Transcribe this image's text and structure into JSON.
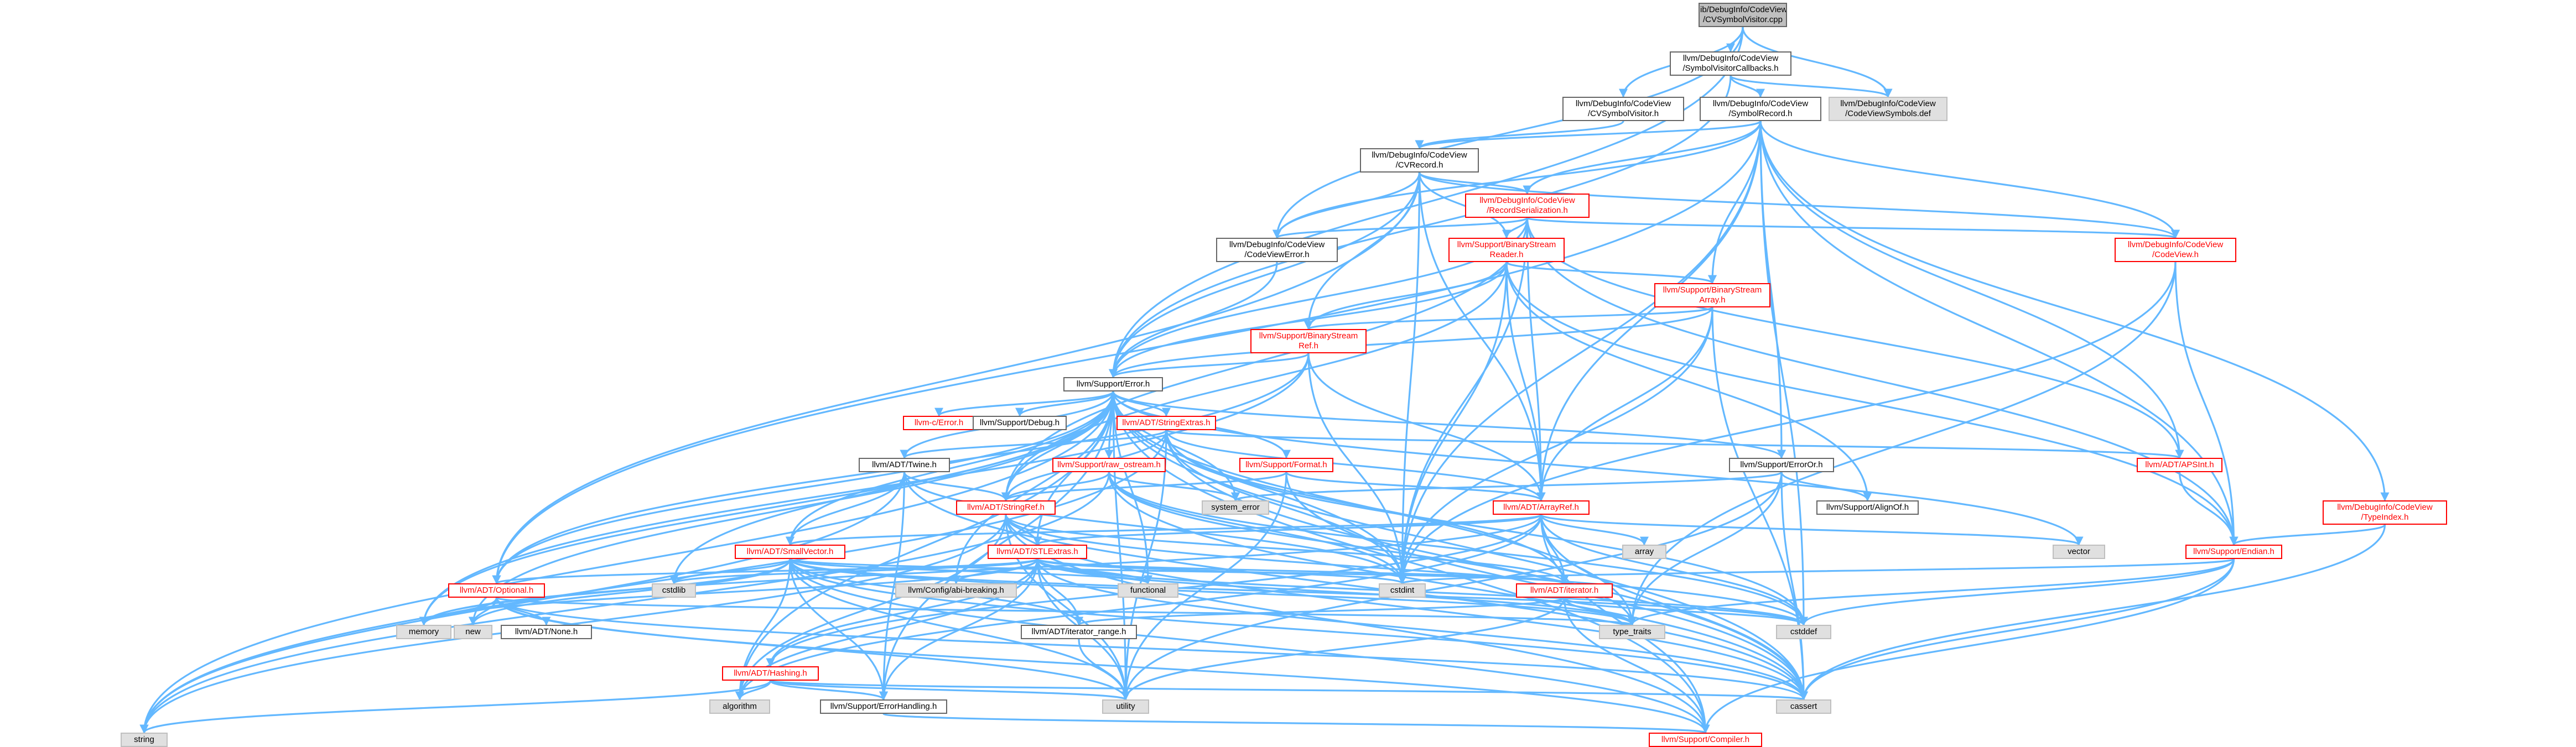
{
  "graph": {
    "title_root": "lib/DebugInfo/CodeView/CVSymbolVisitor.cpp",
    "colors": {
      "edge": "#63b8ff",
      "node_border": "#666666",
      "red_node": "#ff0000",
      "system_fill": "#e0e0e0",
      "root_fill": "#bfbfbf"
    },
    "nodes": {
      "root": {
        "line1": "lib/DebugInfo/CodeView",
        "line2": "/CVSymbolVisitor.cpp"
      },
      "svcb": {
        "line1": "llvm/DebugInfo/CodeView",
        "line2": "/SymbolVisitorCallbacks.h"
      },
      "cvsymvis": {
        "line1": "llvm/DebugInfo/CodeView",
        "line2": "/CVSymbolVisitor.h"
      },
      "symrec": {
        "line1": "llvm/DebugInfo/CodeView",
        "line2": "/SymbolRecord.h"
      },
      "cvsymdef": {
        "line1": "llvm/DebugInfo/CodeView",
        "line2": "/CodeViewSymbols.def"
      },
      "cvrecord": {
        "line1": "llvm/DebugInfo/CodeView",
        "line2": "/CVRecord.h"
      },
      "recser": {
        "line1": "llvm/DebugInfo/CodeView",
        "line2": "/RecordSerialization.h"
      },
      "cverror": {
        "line1": "llvm/DebugInfo/CodeView",
        "line2": "/CodeViewError.h"
      },
      "bsreader": {
        "line1": "llvm/Support/BinaryStream",
        "line2": "Reader.h"
      },
      "codeview": {
        "line1": "llvm/DebugInfo/CodeView",
        "line2": "/CodeView.h"
      },
      "bsarray": {
        "line1": "llvm/Support/BinaryStream",
        "line2": "Array.h"
      },
      "bsref": {
        "line1": "llvm/Support/BinaryStream",
        "line2": "Ref.h"
      },
      "error": {
        "line1": "llvm/Support/Error.h"
      },
      "cerror": {
        "line1": "llvm-c/Error.h"
      },
      "debug": {
        "line1": "llvm/Support/Debug.h"
      },
      "strextras": {
        "line1": "llvm/ADT/StringExtras.h"
      },
      "format": {
        "line1": "llvm/Support/Format.h"
      },
      "erroror": {
        "line1": "llvm/Support/ErrorOr.h"
      },
      "apsint": {
        "line1": "llvm/ADT/APSInt.h"
      },
      "twine": {
        "line1": "llvm/ADT/Twine.h"
      },
      "rawos": {
        "line1": "llvm/Support/raw_ostream.h"
      },
      "systemerror": {
        "line1": "system_error"
      },
      "alignof": {
        "line1": "llvm/Support/AlignOf.h"
      },
      "typeindex": {
        "line1": "llvm/DebugInfo/CodeView",
        "line2": "/TypeIndex.h"
      },
      "stringref": {
        "line1": "llvm/ADT/StringRef.h"
      },
      "arrayref": {
        "line1": "llvm/ADT/ArrayRef.h"
      },
      "array": {
        "line1": "array"
      },
      "vector": {
        "line1": "vector"
      },
      "endian": {
        "line1": "llvm/Support/Endian.h"
      },
      "smallvec": {
        "line1": "llvm/ADT/SmallVector.h"
      },
      "stlextras": {
        "line1": "llvm/ADT/STLExtras.h"
      },
      "cstdlib": {
        "line1": "cstdlib"
      },
      "configab": {
        "line1": "llvm/Config/abi-breaking.h"
      },
      "functional": {
        "line1": "functional"
      },
      "cstdint": {
        "line1": "cstdint"
      },
      "iterator": {
        "line1": "llvm/ADT/iterator.h"
      },
      "optional": {
        "line1": "llvm/ADT/Optional.h"
      },
      "memory": {
        "line1": "memory"
      },
      "new": {
        "line1": "new"
      },
      "none": {
        "line1": "llvm/ADT/None.h"
      },
      "itrange": {
        "line1": "llvm/ADT/iterator_range.h"
      },
      "typetraits": {
        "line1": "type_traits"
      },
      "cstddef": {
        "line1": "cstddef"
      },
      "hashing": {
        "line1": "llvm/ADT/Hashing.h"
      },
      "algorithm": {
        "line1": "algorithm"
      },
      "errhandling": {
        "line1": "llvm/Support/ErrorHandling.h"
      },
      "utility": {
        "line1": "utility"
      },
      "cassert": {
        "line1": "cassert"
      },
      "string": {
        "line1": "string"
      },
      "compiler": {
        "line1": "llvm/Support/Compiler.h"
      }
    }
  }
}
